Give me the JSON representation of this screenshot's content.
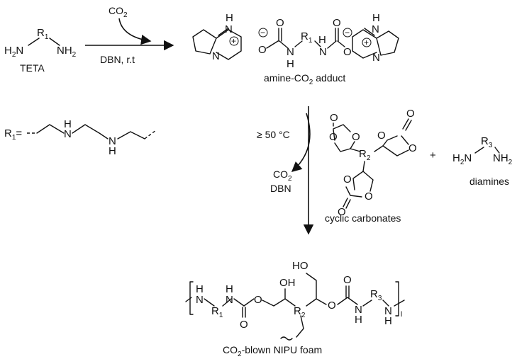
{
  "step1": {
    "reagent_above": "CO",
    "reagent_above_sub": "2",
    "conditions_below": "DBN, r.t"
  },
  "teta": {
    "left_amine": "H",
    "left_amine_sub": "2",
    "left_amine_n": "N",
    "r1": "R",
    "r1_sub": "1",
    "right_amine": "NH",
    "right_amine_sub": "2",
    "label": "TETA"
  },
  "adduct": {
    "nh": "N",
    "nh_h": "H",
    "plus": "+",
    "ring_n": "N",
    "minus": "−",
    "o": "O",
    "r1": "R",
    "r1_sub": "1",
    "label": "amine-CO",
    "label_sub": "2",
    "label_tail": " adduct"
  },
  "r1_definition": {
    "prefix": "R",
    "prefix_sub": "1",
    "eq": "=",
    "nh": "H",
    "n": "N"
  },
  "step2": {
    "temperature": "≥ 50 °C",
    "released_co2": "CO",
    "released_co2_sub": "2",
    "released_dbn": "DBN"
  },
  "carbonates": {
    "o": "O",
    "r2": "R",
    "r2_sub": "2",
    "label": "cyclic carbonates"
  },
  "plus_sign": "+",
  "diamine": {
    "h2n": "H",
    "h2n_sub": "2",
    "n": "N",
    "r3": "R",
    "r3_sub": "3",
    "nh2": "NH",
    "nh2_sub": "2",
    "label": "diamines"
  },
  "product": {
    "ho": "HO",
    "oh": "OH",
    "o": "O",
    "h": "H",
    "n": "N",
    "r1": "R",
    "r1_sub": "1",
    "r2": "R",
    "r2_sub": "2",
    "r3": "R",
    "r3_sub": "3",
    "repeat": "l",
    "label_pre": "CO",
    "label_sub": "2",
    "label_tail": "-blown NIPU foam"
  }
}
